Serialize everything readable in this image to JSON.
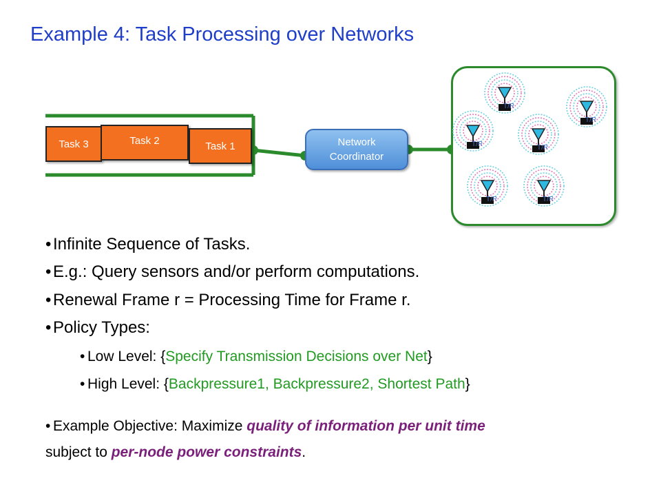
{
  "title": "Example 4: Task Processing over Networks",
  "queue": {
    "tasks": [
      "Task 3",
      "Task 2",
      "Task 1"
    ]
  },
  "coordinator": {
    "line1": "Network",
    "line2": "Coordinator"
  },
  "network": {
    "node_label": "T/R",
    "node_count": 6
  },
  "colors": {
    "title": "#1f3ec8",
    "task_fill": "#f2701f",
    "link": "#2b8a2b",
    "coordinator": "#5a97db",
    "green_text": "#229a22",
    "purple_text": "#7a1f7a"
  },
  "bullets": {
    "b1": "Infinite Sequence of Tasks.",
    "b2": "E.g.: Query sensors and/or perform computations.",
    "b3": "Renewal Frame r = Processing Time for Frame r.",
    "b4": "Policy Types:",
    "sub1_prefix": "Low Level: {",
    "sub1_green": "Specify Transmission Decisions over Net",
    "sub1_suffix": "}",
    "sub2_prefix": "High Level: {",
    "sub2_green": "Backpressure1, Backpressure2, Shortest Path",
    "sub2_suffix": "}",
    "obj_prefix": "Example Objective: Maximize ",
    "obj_purple1": "quality of information per unit time",
    "obj_line2_prefix": "subject to ",
    "obj_purple2": "per-node power constraints",
    "obj_suffix": "."
  }
}
